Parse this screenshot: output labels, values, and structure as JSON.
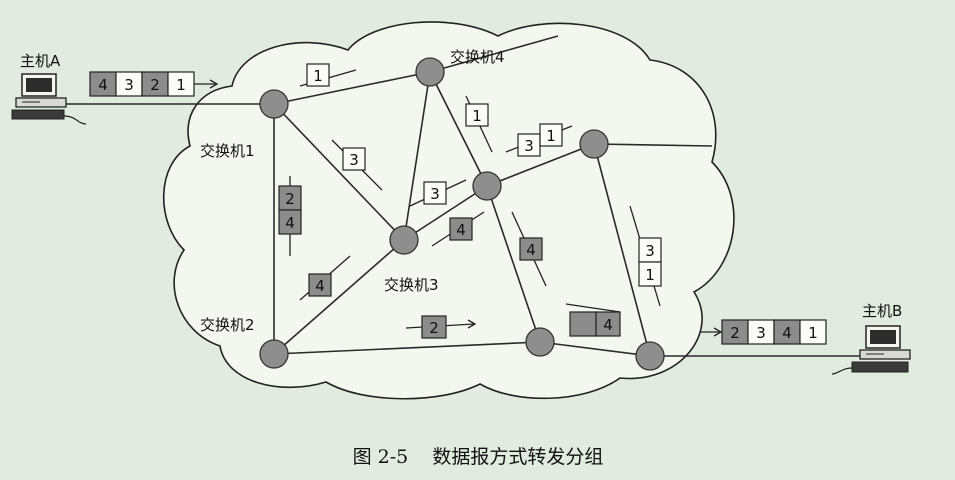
{
  "colors": {
    "background": "#e1ebdf",
    "cloud": "#f4f7ef",
    "node": "#8e8e8e",
    "packet_white": "#fbfcf8",
    "packet_gray": "#8c8c8c"
  },
  "host_a": {
    "label": "主机A",
    "icon": "computer-icon"
  },
  "host_b": {
    "label": "主机B",
    "icon": "computer-icon"
  },
  "switches": {
    "s1": "交换机1",
    "s2": "交换机2",
    "s3": "交换机3",
    "s4": "交换机4"
  },
  "packets": {
    "src": [
      "4",
      "3",
      "2",
      "1"
    ],
    "dst": [
      "2",
      "3",
      "4",
      "1"
    ],
    "p_s1_s4": [
      "1"
    ],
    "p_s4_s5": [
      "1"
    ],
    "p_s5_s6": [
      "3",
      "1"
    ],
    "p_s1_s3": [
      "3"
    ],
    "p_s3_s5": [
      "3"
    ],
    "p_s1_s2": [
      "2",
      "4"
    ],
    "p_s2_s3": [
      "4"
    ],
    "p_s3_s5b": [
      "4"
    ],
    "p_s5_s7": [
      "4"
    ],
    "p_s2_s7": [
      "2"
    ],
    "p_s7_s8": [
      "",
      "4"
    ],
    "p_s6_s8": [
      "3",
      "1"
    ]
  },
  "caption": "图 2-5    数据报方式转发分组"
}
